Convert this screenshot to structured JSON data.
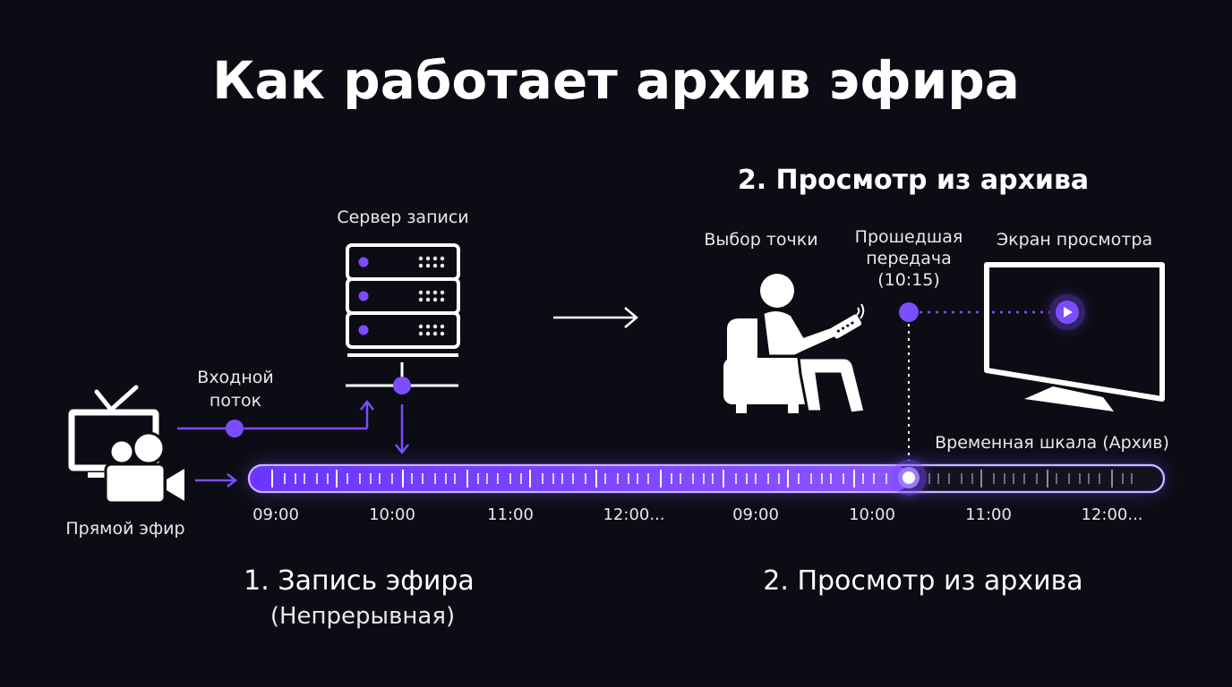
{
  "title": "Как работает архив эфира",
  "header_section": "2. Просмотр из архива",
  "labels": {
    "server": "Сервер записи",
    "input_stream": "Входной\nпоток",
    "live": "Прямой эфир",
    "choose_point": "Выбор точки",
    "past_show": "Прошедшая\nпередача\n(10:15)",
    "screen": "Экран просмотра",
    "timeline": "Временная шкала (Архив)"
  },
  "times": [
    "09:00",
    "10:00",
    "11:00",
    "12:00...",
    "09:00",
    "10:00",
    "11:00",
    "12:00..."
  ],
  "bottom": {
    "record_title": "1. Запись эфира",
    "record_sub": "(Непрерывная)",
    "view_title": "2. Просмотр из архива"
  },
  "colors": {
    "accent": "#7c4dff",
    "background": "#0c0c14",
    "foreground": "#ffffff"
  }
}
